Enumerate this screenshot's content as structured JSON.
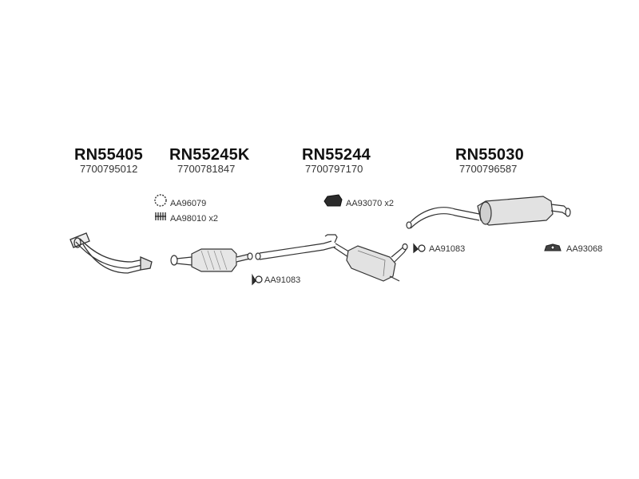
{
  "parts": [
    {
      "code": "RN55405",
      "ref": "7700795012"
    },
    {
      "code": "RN55245K",
      "ref": "7700781847"
    },
    {
      "code": "RN55244",
      "ref": "7700797170"
    },
    {
      "code": "RN55030",
      "ref": "7700796587"
    }
  ],
  "accessories": {
    "ring": "AA96079",
    "spring": "AA98010 x2",
    "clamp_center": "AA91083",
    "hanger_top": "AA93070 x2",
    "clamp_right": "AA91083",
    "rubber_mount": "AA93068"
  },
  "colors": {
    "stroke": "#333333",
    "fill": "#e6e6e6",
    "dark": "#2b2b2b"
  }
}
